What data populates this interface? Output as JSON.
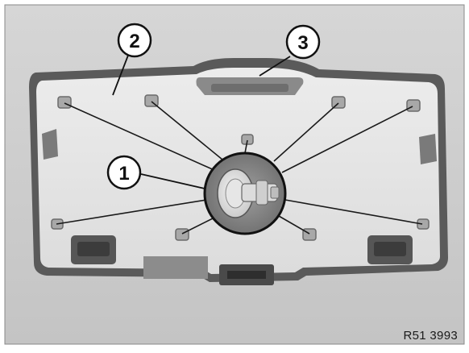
{
  "figure": {
    "reference_code": "R51 3993",
    "callouts": [
      {
        "id": "1",
        "label": "1"
      },
      {
        "id": "2",
        "label": "2"
      },
      {
        "id": "3",
        "label": "3"
      }
    ]
  }
}
